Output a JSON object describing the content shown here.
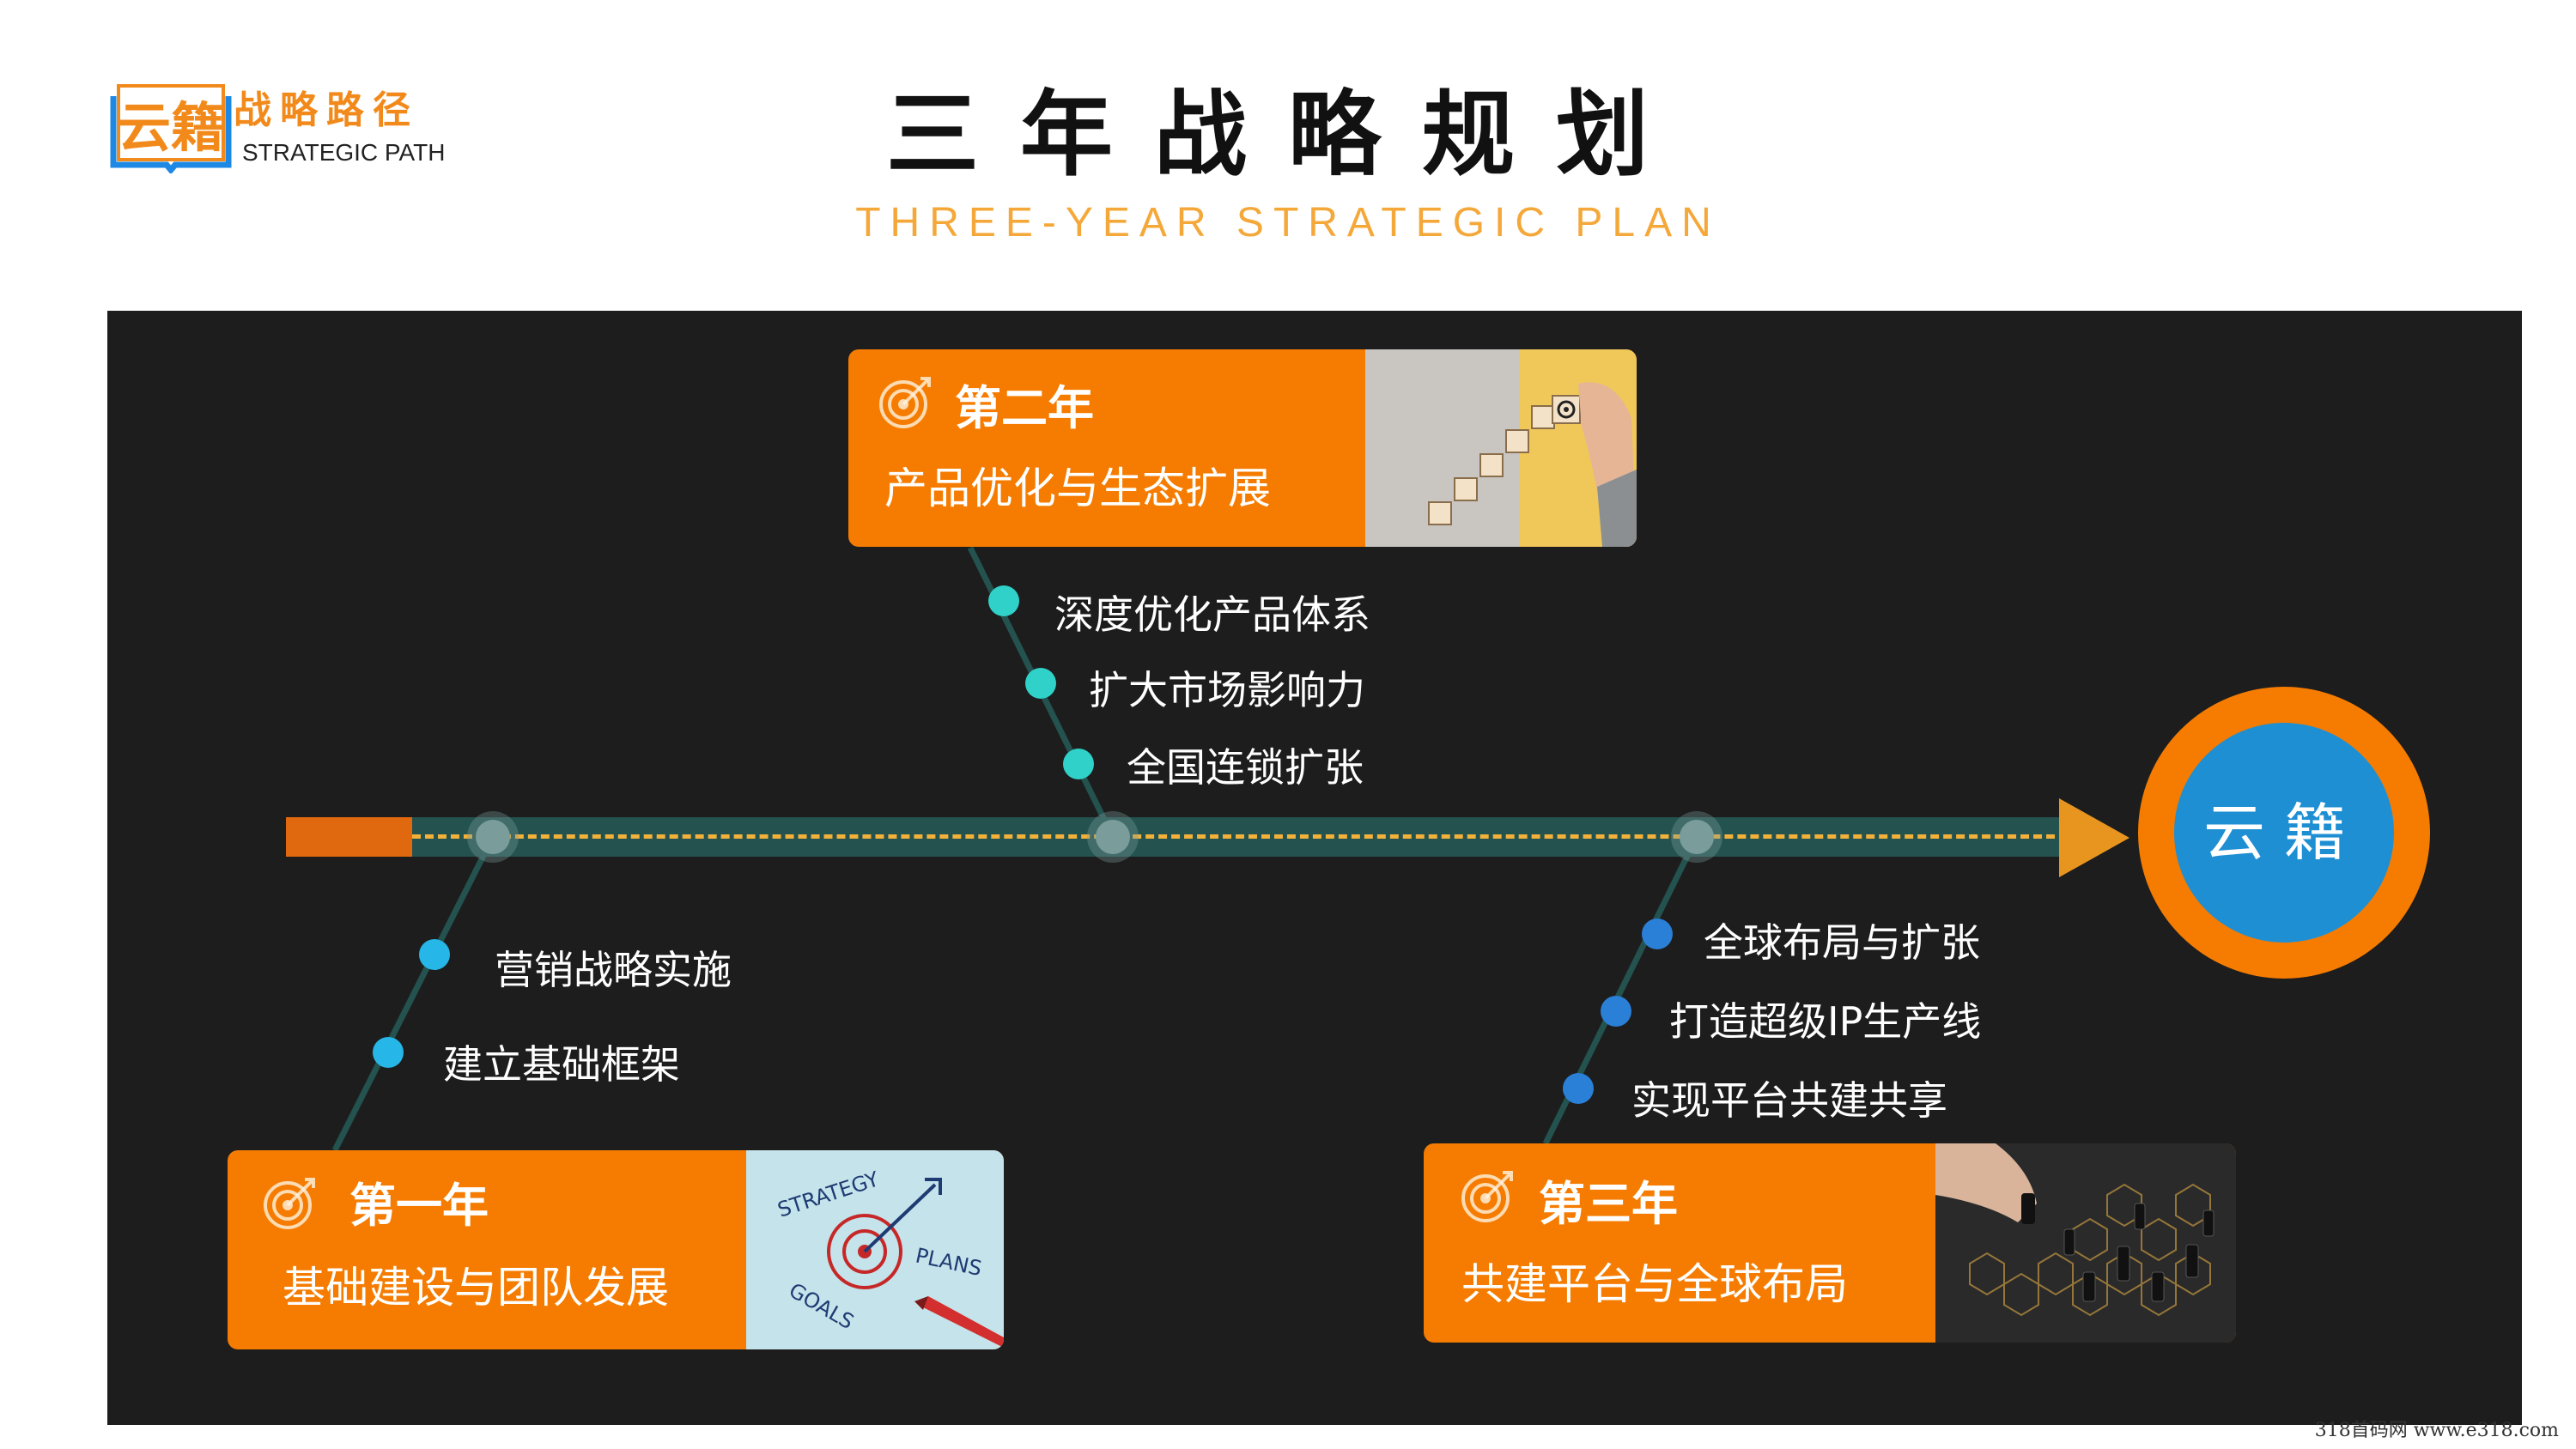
{
  "header": {
    "logo_chars": "云籍",
    "brand_cn": "战略路径",
    "brand_en": "STRATEGIC PATH",
    "title": "三年战略规划",
    "subtitle": "THREE-YEAR STRATEGIC PLAN"
  },
  "colors": {
    "orange": "#f57c00",
    "panel": "#1d1d1d",
    "axis": "#23524f",
    "dash": "#f3b13a",
    "blue": "#1f8fd3",
    "teal": "#2fd1c8"
  },
  "endpoint": {
    "label": "云籍"
  },
  "years": [
    {
      "year": "第一年",
      "subtitle": "基础建设与团队发展",
      "image_words": [
        "STRATEGY",
        "PLANS",
        "GOALS"
      ],
      "bullets": [
        "营销战略实施",
        "建立基础框架"
      ]
    },
    {
      "year": "第二年",
      "subtitle": "产品优化与生态扩展",
      "bullets": [
        "深度优化产品体系",
        "扩大市场影响力",
        "全国连锁扩张"
      ]
    },
    {
      "year": "第三年",
      "subtitle": "共建平台与全球布局",
      "bullets": [
        "全球布局与扩张",
        "打造超级IP生产线",
        "实现平台共建共享"
      ]
    }
  ],
  "watermark": "318首码网  www.e318.com"
}
